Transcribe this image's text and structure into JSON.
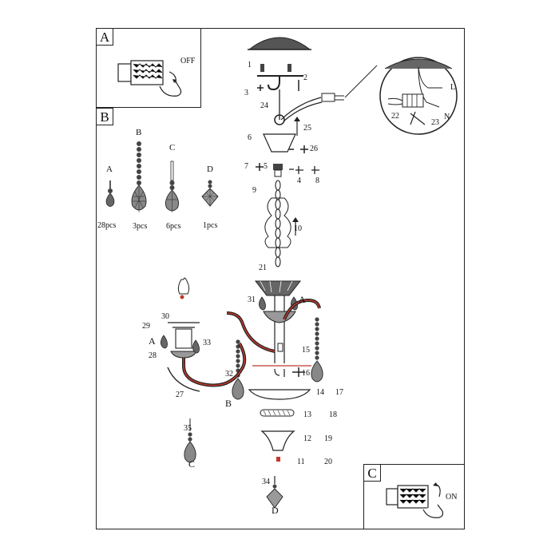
{
  "panels": {
    "a": "A",
    "b": "B",
    "c": "C"
  },
  "switch_a_text": "OFF",
  "switch_c_text": "ON",
  "crystals": [
    {
      "letter": "A",
      "qty": "28pcs"
    },
    {
      "letter": "B",
      "qty": "3pcs"
    },
    {
      "letter": "C",
      "qty": "6pcs"
    },
    {
      "letter": "D",
      "qty": "1pcs"
    }
  ],
  "wire_labels": {
    "live": "L",
    "neutral": "N"
  },
  "callouts": [
    "1",
    "2",
    "3",
    "4",
    "5",
    "6",
    "7",
    "8",
    "9",
    "10",
    "11",
    "12",
    "13",
    "14",
    "15",
    "16",
    "17",
    "18",
    "19",
    "20",
    "21",
    "22",
    "23",
    "24",
    "25",
    "26",
    "27",
    "28",
    "29",
    "30",
    "31",
    "32",
    "33",
    "34",
    "35"
  ],
  "assembly_letters": {
    "a_right": "A",
    "a_left": "A",
    "b": "B",
    "c": "C",
    "d": "D"
  },
  "colors": {
    "line": "#222222",
    "arm_highlight": "#c0392b",
    "fill": "#555555"
  }
}
